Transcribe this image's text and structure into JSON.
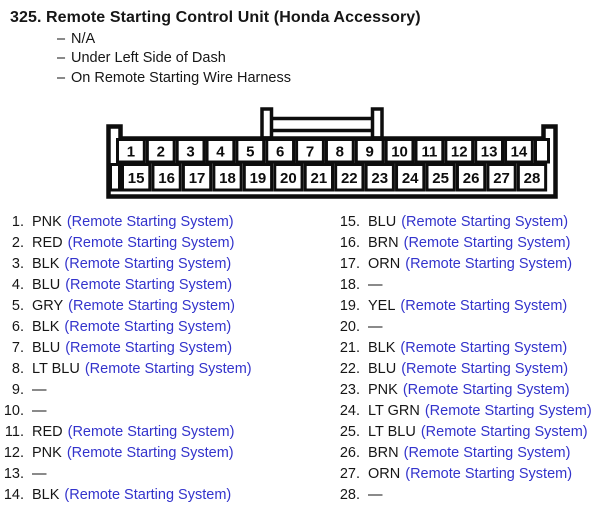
{
  "page": {
    "background": "#ffffff",
    "text_color": "#161616",
    "link_color": "#3333cc",
    "line_color": "#0d0d0d"
  },
  "header": {
    "index": "325.",
    "title": "Remote Starting Control Unit (Honda Accessory)",
    "note_dash": "–",
    "notes": [
      "N/A",
      "Under Left Side of Dash",
      "On Remote Starting Wire Harness"
    ]
  },
  "connector": {
    "top_row_pins": [
      "1",
      "2",
      "3",
      "4",
      "5",
      "6",
      "7",
      "8",
      "9",
      "10",
      "11",
      "12",
      "13",
      "14"
    ],
    "bottom_row_pins": [
      "15",
      "16",
      "17",
      "18",
      "19",
      "20",
      "21",
      "22",
      "23",
      "24",
      "25",
      "26",
      "27",
      "28"
    ]
  },
  "pin_list": {
    "link_label": "(Remote Starting System)",
    "empty_marker": "—",
    "left_column": [
      {
        "num": "1.",
        "color": "PNK",
        "has_link": true
      },
      {
        "num": "2.",
        "color": "RED",
        "has_link": true
      },
      {
        "num": "3.",
        "color": "BLK",
        "has_link": true
      },
      {
        "num": "4.",
        "color": "BLU",
        "has_link": true
      },
      {
        "num": "5.",
        "color": "GRY",
        "has_link": true
      },
      {
        "num": "6.",
        "color": "BLK",
        "has_link": true
      },
      {
        "num": "7.",
        "color": "BLU",
        "has_link": true
      },
      {
        "num": "8.",
        "color": "LT BLU",
        "has_link": true
      },
      {
        "num": "9.",
        "color": "",
        "has_link": false
      },
      {
        "num": "10.",
        "color": "",
        "has_link": false
      },
      {
        "num": "11.",
        "color": "RED",
        "has_link": true
      },
      {
        "num": "12.",
        "color": "PNK",
        "has_link": true
      },
      {
        "num": "13.",
        "color": "",
        "has_link": false
      },
      {
        "num": "14.",
        "color": "BLK",
        "has_link": true
      }
    ],
    "right_column": [
      {
        "num": "15.",
        "color": "BLU",
        "has_link": true
      },
      {
        "num": "16.",
        "color": "BRN",
        "has_link": true
      },
      {
        "num": "17.",
        "color": "ORN",
        "has_link": true
      },
      {
        "num": "18.",
        "color": "",
        "has_link": false
      },
      {
        "num": "19.",
        "color": "YEL",
        "has_link": true
      },
      {
        "num": "20.",
        "color": "",
        "has_link": false
      },
      {
        "num": "21.",
        "color": "BLK",
        "has_link": true
      },
      {
        "num": "22.",
        "color": "BLU",
        "has_link": true
      },
      {
        "num": "23.",
        "color": "PNK",
        "has_link": true
      },
      {
        "num": "24.",
        "color": "LT GRN",
        "has_link": true
      },
      {
        "num": "25.",
        "color": "LT BLU",
        "has_link": true
      },
      {
        "num": "26.",
        "color": "BRN",
        "has_link": true
      },
      {
        "num": "27.",
        "color": "ORN",
        "has_link": true
      },
      {
        "num": "28.",
        "color": "",
        "has_link": false
      }
    ]
  }
}
